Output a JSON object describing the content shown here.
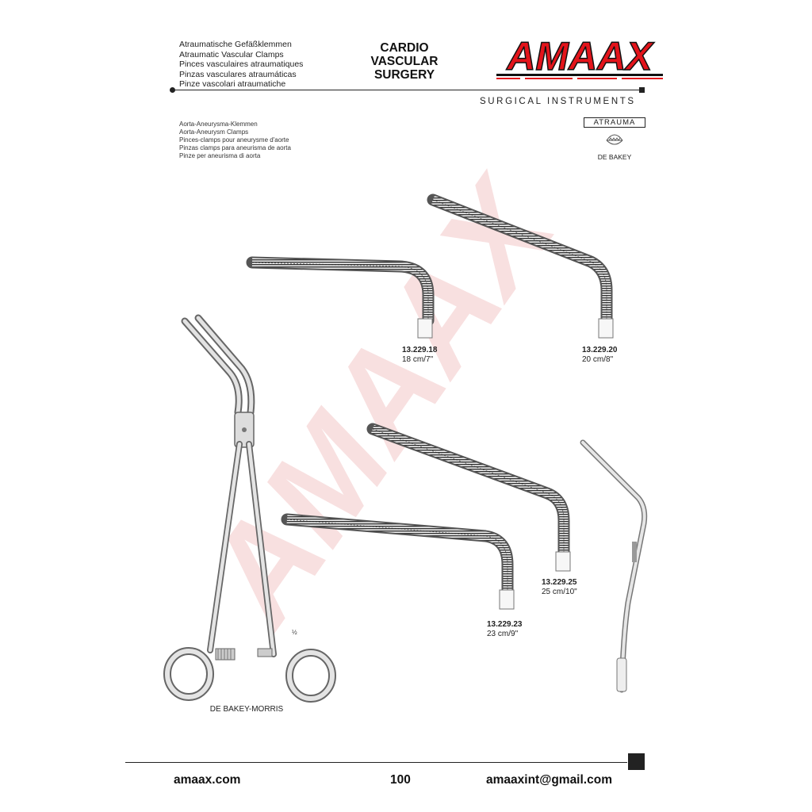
{
  "header": {
    "languages": [
      "Atraumatische Gefäßklemmen",
      "Atraumatic Vascular Clamps",
      "Pinces vasculaires atraumatiques",
      "Pinzas vasculares atraumáticas",
      "Pinze vascolari atraumatiche"
    ],
    "category": [
      "CARDIO",
      "VASCULAR",
      "SURGERY"
    ],
    "brand": "AMAAX",
    "tagline": "SURGICAL INSTRUMENTS"
  },
  "section": {
    "languages": [
      "Aorta-Aneurysma-Klemmen",
      "Aorta-Aneurysm Clamps",
      "Pinces-clamps pour aneurysme d'aorte",
      "Pinzas clamps para aneurisma de aorta",
      "Pinze per aneurisma di aorta"
    ],
    "badge": "ATRAUMA",
    "pattern_label": "DE BAKEY"
  },
  "products": [
    {
      "code": "13.229.18",
      "size": "18 cm/7\""
    },
    {
      "code": "13.229.20",
      "size": "20 cm/8\""
    },
    {
      "code": "13.229.25",
      "size": "25 cm/10\""
    },
    {
      "code": "13.229.23",
      "size": "23 cm/9\""
    }
  ],
  "instrument": {
    "scale": "½",
    "name": "DE BAKEY-MORRIS"
  },
  "footer": {
    "website": "amaax.com",
    "page": "100",
    "email": "amaaxint@gmail.com"
  },
  "colors": {
    "brand_red": "#e3141b",
    "text": "#222222"
  }
}
